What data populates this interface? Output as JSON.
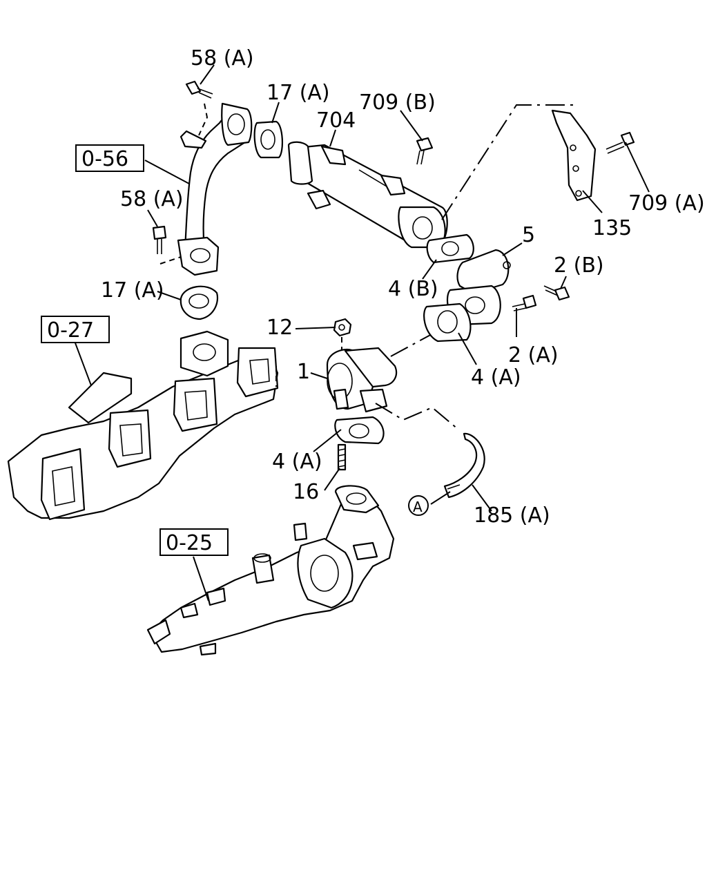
{
  "callouts": {
    "c58a_top": "58 (A)",
    "c17a_top": "17 (A)",
    "c704": "704",
    "c709b": "709 (B)",
    "c058": "0-56",
    "c58a_mid": "58 (A)",
    "c709a": "709 (A)",
    "c135": "135",
    "c5": "5",
    "c2b": "2 (B)",
    "c4b": "4 (B)",
    "c17a_mid": "17 (A)",
    "c027": "0-27",
    "c12": "12",
    "c2a": "2 (A)",
    "c1": "1",
    "c4a_right": "4 (A)",
    "c4a_low": "4 (A)",
    "c16": "16",
    "cA": "A",
    "c185a": "185 (A)",
    "c025": "0-25"
  }
}
